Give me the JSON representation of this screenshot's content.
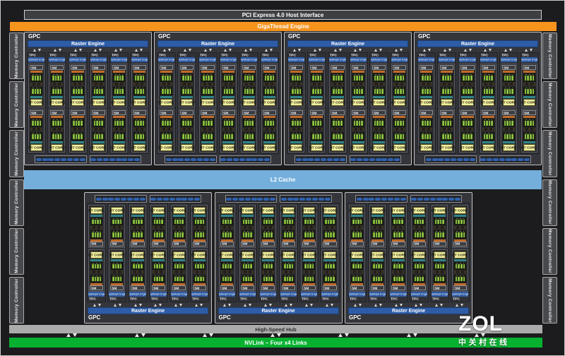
{
  "diagram": {
    "host_interface": "PCI Express 4.0 Host Interface",
    "gigathread": "GigaThread Engine",
    "l2_cache": "L2 Cache",
    "high_speed_hub": "High-Speed Hub",
    "nvlink": "NVLink – Four x4 Links",
    "memory_controller": "Memory Controller",
    "gpc_label": "GPC",
    "raster_engine": "Raster Engine",
    "tpc_label": "TPC",
    "polymorph_engine": "PolyMorph Engine",
    "sm_label": "SM",
    "rt_core": "RT CORE",
    "layout": {
      "top_gpcs": 4,
      "bottom_gpcs": 3,
      "tpcs_per_gpc": 6,
      "sms_per_tpc": 2,
      "core_blocks_per_sm": 2,
      "core_bars_per_block": 4,
      "memory_controllers_per_side": 6,
      "dash_groups_per_gpc": 2,
      "dashes_per_group": 8,
      "hub_arrow_pairs": 7
    },
    "colors": {
      "gigathread_orange": "#F7941E",
      "engine_blue": "#2E5CA6",
      "l2_blue": "#74AFDC",
      "core_green": "#86C437",
      "rt_yellow": "#F0ED9D",
      "teal_strip": "#2F8486",
      "orange_strip": "#C06A28",
      "hub_gray": "#ABABAB",
      "nvlink_green": "#06B12F",
      "connector_blue": "#2F62AE"
    }
  },
  "watermark": {
    "logo": "ZOL",
    "subtitle": "中关村在线"
  }
}
